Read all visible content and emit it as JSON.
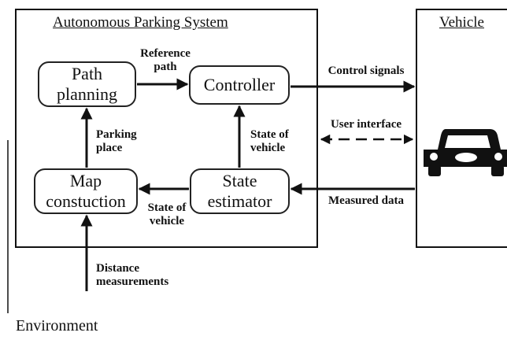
{
  "system": {
    "title": "Autonomous Parking System"
  },
  "vehicle": {
    "title": "Vehicle",
    "icon": "car-icon"
  },
  "environment": {
    "label": "Environment"
  },
  "nodes": {
    "path_planning": "Path\nplanning",
    "controller": "Controller",
    "map_construction": "Map\nconstuction",
    "state_estimator": "State\nestimator"
  },
  "edges": {
    "reference_path": "Reference\npath",
    "parking_place": "Parking\nplace",
    "state_of_vehicle_up": "State of\nvehicle",
    "state_of_vehicle_left": "State of\nvehicle",
    "control_signals": "Control signals",
    "user_interface": "User interface",
    "measured_data": "Measured data",
    "distance_measurements": "Distance\nmeasurements"
  }
}
